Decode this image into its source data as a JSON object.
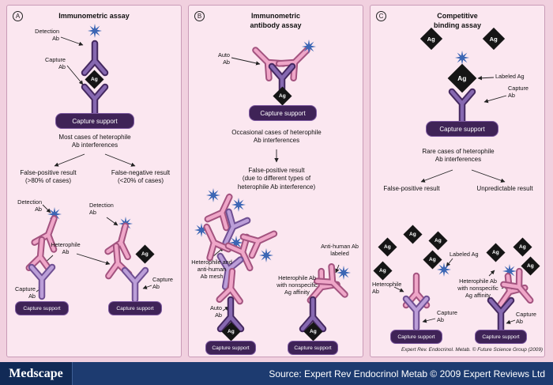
{
  "shared": {
    "ag": "Ag",
    "capture_support": "Capture support"
  },
  "panel_a": {
    "letter": "A",
    "title": "Immunometric assay",
    "detection_ab": "Detection\nAb",
    "capture_ab": "Capture\nAb",
    "heterophile_ab": "Heterophile\nAb",
    "caption": "Most cases of heterophile\nAb interferences",
    "false_positive": "False-positive result\n(>80% of cases)",
    "false_negative": "False-negative result\n(<20% of cases)"
  },
  "panel_b": {
    "letter": "B",
    "title": "Immunometric\nantibody assay",
    "auto_ab": "Auto\nAb",
    "caption": "Occasional cases of heterophile\nAb interferences",
    "false_positive": "False-positive result\n(due to different types of\nheterophile Ab interference)",
    "mesh_label": "Heterophile and\nanti-human\nAb mesh",
    "anti_human_label": "Anti-human Ab\nlabeled",
    "nonspecific_label": "Heterophile Ab\nwith nonspecific\nAg affinity"
  },
  "panel_c": {
    "letter": "C",
    "title": "Competitive\nbinding assay",
    "labeled_ag": "Labeled Ag",
    "capture_ab": "Capture\nAb",
    "heterophile_ab": "Heterophile\nAb",
    "caption": "Rare cases of heterophile\nAb interferences",
    "false_positive": "False-positive result",
    "unpredictable": "Unpredictable result",
    "nonspecific_label": "Heterophile Ab\nwith nonspecific\nAg affinity",
    "credit": "Expert Rev. Endocrinol. Metab. © Future Science Group (2009)"
  },
  "footer": {
    "logo": "Medscape",
    "source": "Source: Expert Rev Endocrinol Metab © 2009 Expert Reviews Ltd"
  },
  "colors": {
    "panel_bg": "#fbe7f0",
    "outer_bg": "#f1d0df",
    "antibody_purple": "#8668b0",
    "antibody_pink": "#efa6c8",
    "antibody_lilac": "#bb9ed8",
    "star_blue": "#3c66b4",
    "support_bg": "#3f2357",
    "footer_bg": "#1d3b70"
  }
}
